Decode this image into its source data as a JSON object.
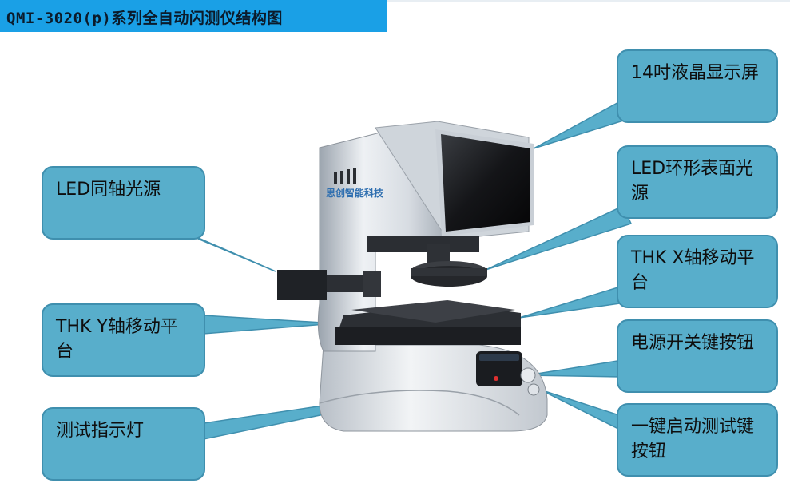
{
  "title": "QMI-3020(p)系列全自动闪测仪结构图",
  "brand_label": "思创智能科技",
  "colors": {
    "title_bg": "#1aa0e6",
    "callout_fill": "#58aecb",
    "callout_border": "#3f8fae"
  },
  "callouts": {
    "lcd": "14吋液晶显示屏",
    "led_ring": "LED环形表面光源",
    "thk_x": "THK X轴移动平台",
    "power": "电源开关键按钮",
    "start": "一键启动测试键按钮",
    "led_coax": "LED同轴光源",
    "thk_y": "THK Y轴移动平台",
    "indicator": "测试指示灯"
  }
}
